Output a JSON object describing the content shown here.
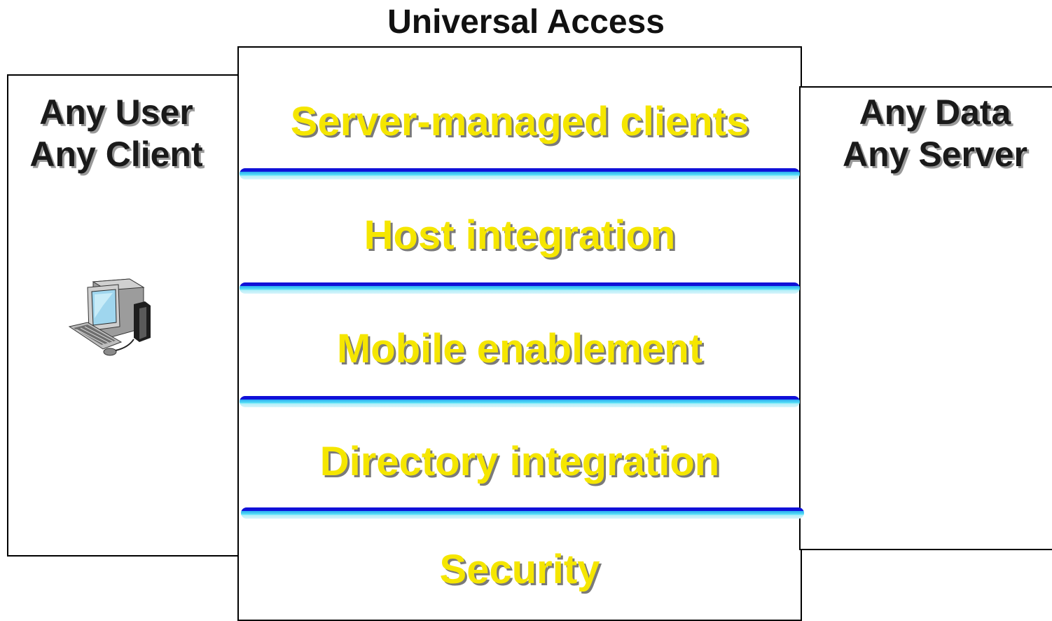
{
  "title": "Universal Access",
  "left": {
    "line1": "Any User",
    "line2": "Any Client",
    "icon": "desktop-computer-icon"
  },
  "right": {
    "line1": "Any Data",
    "line2": "Any Server"
  },
  "layers": [
    "Server-managed clients",
    "Host integration",
    "Mobile enablement",
    "Directory integration",
    "Security"
  ],
  "colors": {
    "layer_text": "#f5e600",
    "divider_dark": "#1010d8",
    "divider_light": "#5ee8f8"
  }
}
